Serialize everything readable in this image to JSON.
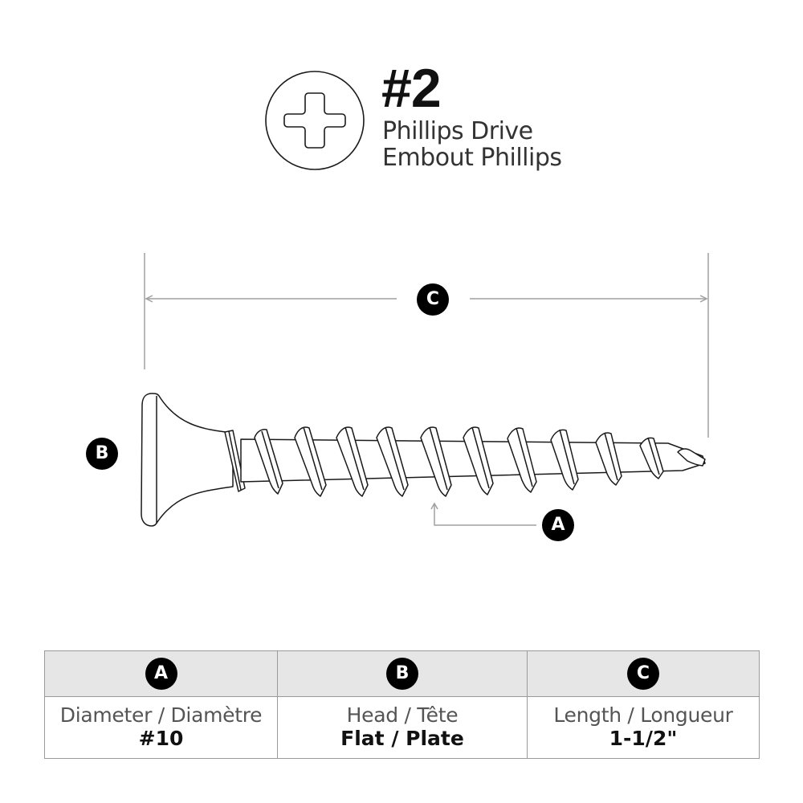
{
  "header": {
    "drive_size": "#2",
    "drive_type_en": "Phillips Drive",
    "drive_type_fr": "Embout Phillips",
    "drive_icon": "phillips-cross-icon"
  },
  "diagram": {
    "labels": {
      "length": "C",
      "head": "B",
      "diameter": "A"
    },
    "colors": {
      "outline": "#1a1a1a",
      "dimension_line": "#a0a0a0",
      "badge_bg": "#000000",
      "badge_text": "#ffffff"
    }
  },
  "table": {
    "columns": [
      {
        "badge": "A",
        "label": "Diameter / Diamètre",
        "value": "#10"
      },
      {
        "badge": "B",
        "label": "Head / Tête",
        "value": "Flat / Plate"
      },
      {
        "badge": "C",
        "label": "Length / Longueur",
        "value": "1-1/2\""
      }
    ],
    "colors": {
      "header_bg": "#e6e6e6",
      "border": "#9a9a9a"
    }
  }
}
